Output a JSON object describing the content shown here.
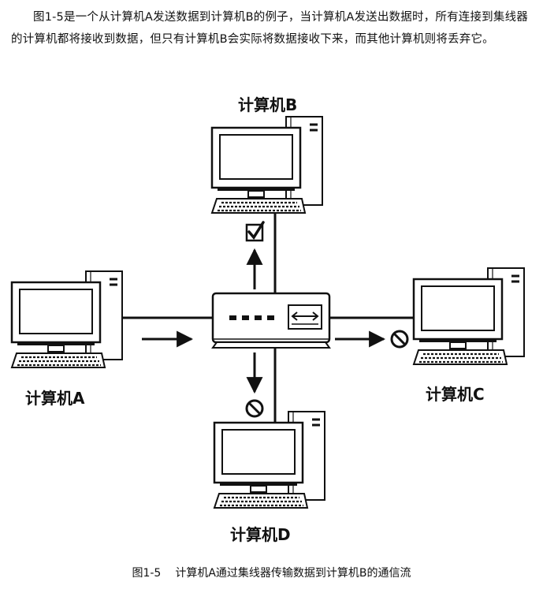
{
  "paragraph": "图1-5是一个从计算机A发送数据到计算机B的例子，当计算机A发送出数据时，所有连接到集线器的计算机都将接收到数据，但只有计算机B会实际将数据接收下来，而其他计算机则将丢弃它。",
  "labels": {
    "computer_a": "计算机A",
    "computer_b": "计算机B",
    "computer_c": "计算机C",
    "computer_d": "计算机D"
  },
  "caption": {
    "number": "图1-5",
    "text": "计算机A通过集线器传输数据到计算机B的通信流"
  },
  "icons": [
    "computer-icon",
    "hub-icon",
    "accept-check-icon",
    "reject-icon",
    "arrow-icon"
  ]
}
